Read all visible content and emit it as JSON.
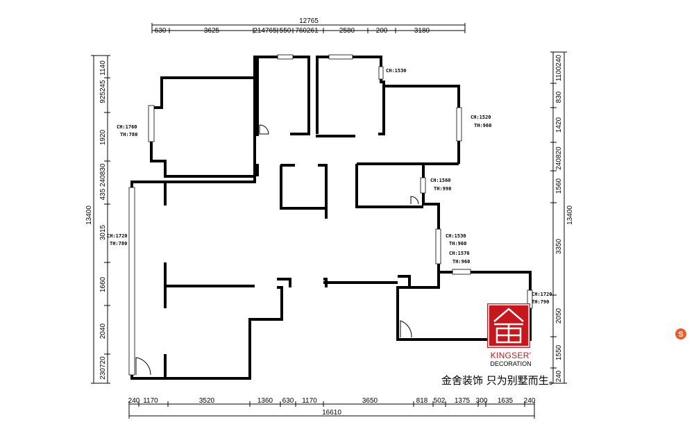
{
  "dimensions": {
    "top_total": "12765",
    "top_segments": [
      "630",
      "3625",
      "214765",
      "550",
      "760261",
      "2580",
      "200",
      "3180"
    ],
    "bottom_total": "16610",
    "bottom_segments": [
      "240",
      "1170",
      "3520",
      "1360",
      "630",
      "1170",
      "3650",
      "818",
      "502",
      "1375",
      "300",
      "1635",
      "240"
    ],
    "left_total": "13400",
    "left_segments": [
      "1140",
      "925245",
      "1920",
      "435 240830",
      "3015",
      "1660",
      "2040",
      "230720"
    ],
    "right_total": "13400",
    "right_segments": [
      "1100240",
      "830",
      "1420",
      "240820",
      "1560",
      "3350",
      "2050",
      "1550",
      "240"
    ]
  },
  "annotations": {
    "w_left_top": [
      "CH:1760",
      "TH:780"
    ],
    "w_left_mid": [
      "CH:1720",
      "TH:780"
    ],
    "w_top_small": [
      "CH:1530"
    ],
    "w_right_top": [
      "CH:1520",
      "TH:960"
    ],
    "w_right_mid": [
      "CH:1560",
      "TH:990"
    ],
    "w_right_low1": [
      "CH:1530",
      "TH:960"
    ],
    "w_right_low2": [
      "CH:1570",
      "TH:960"
    ],
    "w_far_right": [
      "CH:1720",
      "TH:790"
    ]
  },
  "brand": {
    "name": "KINGSER'",
    "subtitle": "DECORATION",
    "slogan": "金舍装饰 只为别墅而生。",
    "color": "#c8161d"
  }
}
